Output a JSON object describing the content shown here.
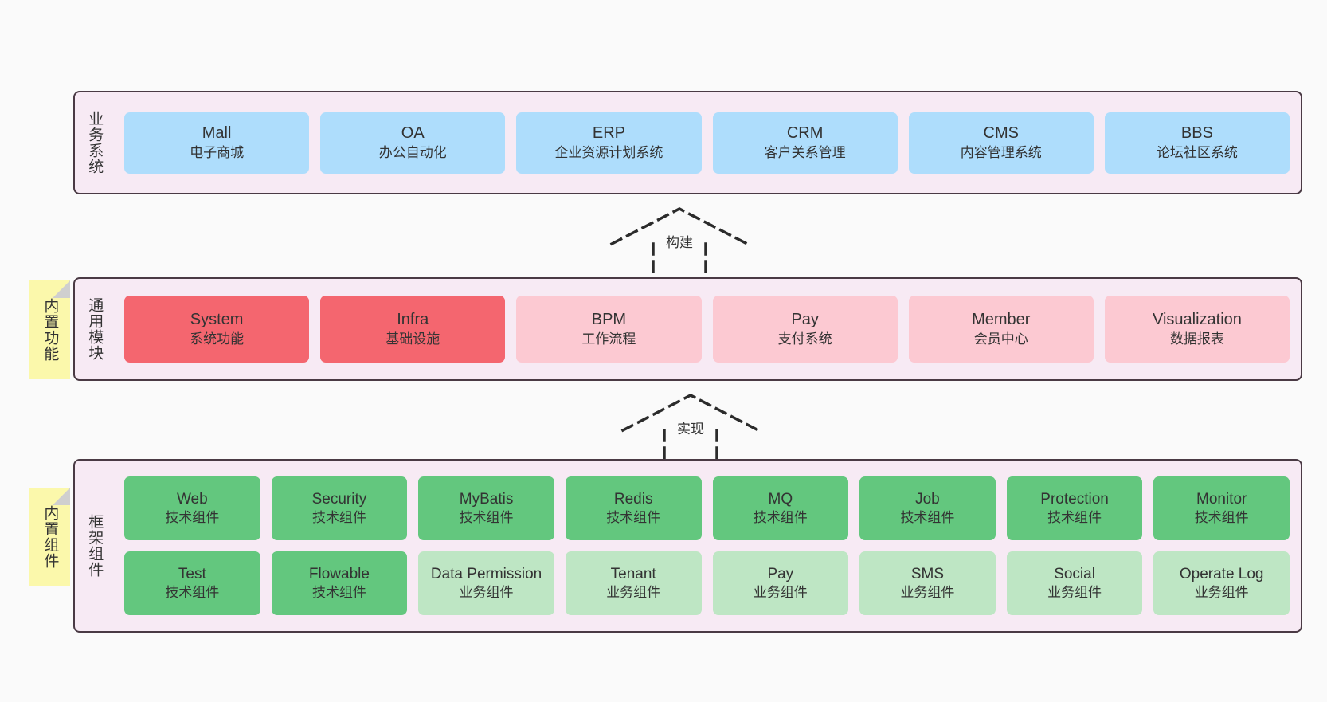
{
  "diagram": {
    "sticky_notes": [
      {
        "name": "builtin-function",
        "label": "内置功能"
      },
      {
        "name": "builtin-component",
        "label": "内置组件"
      }
    ],
    "connectors": [
      {
        "name": "build",
        "label": "构建",
        "style": "dashed-hollow-arrow"
      },
      {
        "name": "implement",
        "label": "实现",
        "style": "dashed-hollow-arrow"
      }
    ],
    "layers": [
      {
        "id": "business",
        "title": "业务系统",
        "rows": [
          [
            {
              "en": "Mall",
              "cn": "电子商城",
              "color": "#aeddfc"
            },
            {
              "en": "OA",
              "cn": "办公自动化",
              "color": "#aeddfc"
            },
            {
              "en": "ERP",
              "cn": "企业资源计划系统",
              "color": "#aeddfc"
            },
            {
              "en": "CRM",
              "cn": "客户关系管理",
              "color": "#aeddfc"
            },
            {
              "en": "CMS",
              "cn": "内容管理系统",
              "color": "#aeddfc"
            },
            {
              "en": "BBS",
              "cn": "论坛社区系统",
              "color": "#aeddfc"
            }
          ]
        ]
      },
      {
        "id": "modules",
        "title": "通用模块",
        "rows": [
          [
            {
              "en": "System",
              "cn": "系统功能",
              "color": "#f4666f"
            },
            {
              "en": "Infra",
              "cn": "基础设施",
              "color": "#f4666f"
            },
            {
              "en": "BPM",
              "cn": "工作流程",
              "color": "#fcc9d2"
            },
            {
              "en": "Pay",
              "cn": "支付系统",
              "color": "#fcc9d2"
            },
            {
              "en": "Member",
              "cn": "会员中心",
              "color": "#fcc9d2"
            },
            {
              "en": "Visualization",
              "cn": "数据报表",
              "color": "#fcc9d2"
            }
          ]
        ]
      },
      {
        "id": "framework",
        "title": "框架组件",
        "rows": [
          [
            {
              "en": "Web",
              "cn": "技术组件",
              "color": "#63c77e"
            },
            {
              "en": "Security",
              "cn": "技术组件",
              "color": "#63c77e"
            },
            {
              "en": "MyBatis",
              "cn": "技术组件",
              "color": "#63c77e"
            },
            {
              "en": "Redis",
              "cn": "技术组件",
              "color": "#63c77e"
            },
            {
              "en": "MQ",
              "cn": "技术组件",
              "color": "#63c77e"
            },
            {
              "en": "Job",
              "cn": "技术组件",
              "color": "#63c77e"
            },
            {
              "en": "Protection",
              "cn": "技术组件",
              "color": "#63c77e"
            },
            {
              "en": "Monitor",
              "cn": "技术组件",
              "color": "#63c77e"
            }
          ],
          [
            {
              "en": "Test",
              "cn": "技术组件",
              "color": "#63c77e"
            },
            {
              "en": "Flowable",
              "cn": "技术组件",
              "color": "#63c77e"
            },
            {
              "en": "Data Permission",
              "cn": "业务组件",
              "color": "#bee6c4"
            },
            {
              "en": "Tenant",
              "cn": "业务组件",
              "color": "#bee6c4"
            },
            {
              "en": "Pay",
              "cn": "业务组件",
              "color": "#bee6c4"
            },
            {
              "en": "SMS",
              "cn": "业务组件",
              "color": "#bee6c4"
            },
            {
              "en": "Social",
              "cn": "业务组件",
              "color": "#bee6c4"
            },
            {
              "en": "Operate Log",
              "cn": "业务组件",
              "color": "#bee6c4"
            }
          ]
        ]
      }
    ],
    "palette": {
      "panel_bg": "#f7eaf4",
      "panel_border": "#4a3a44",
      "blue": "#aeddfc",
      "red": "#f4666f",
      "pink": "#fcc9d2",
      "green": "#63c77e",
      "light_green": "#bee6c4",
      "sticky_yellow": "#fbf8ab",
      "page_bg": "#fafafa"
    }
  }
}
